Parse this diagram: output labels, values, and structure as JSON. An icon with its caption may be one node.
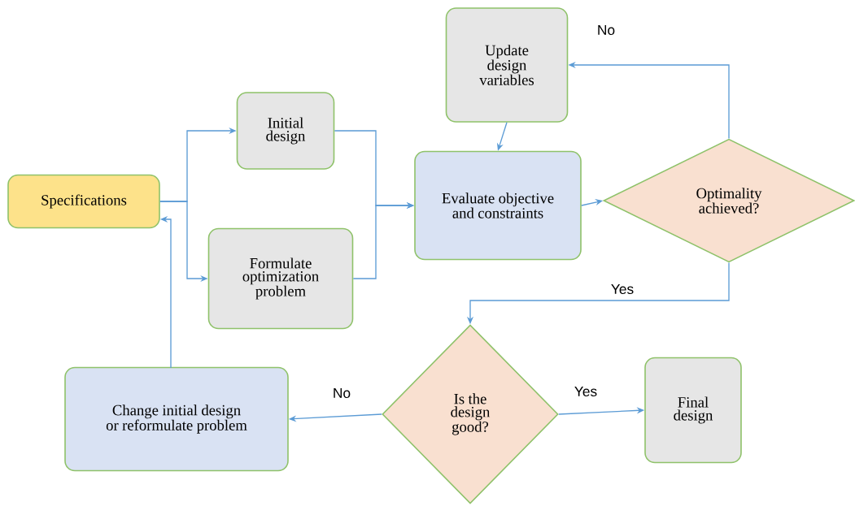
{
  "diagram": {
    "nodes": [
      {
        "text": [
          "Specifications"
        ]
      },
      {
        "text": [
          "Initial design"
        ]
      },
      {
        "text": [
          "Formulate optimization problem"
        ]
      },
      {
        "text": [
          "Update design variables"
        ]
      },
      {
        "text": [
          "Evaluate objective and constraints"
        ]
      },
      {
        "text": [
          "Optimality achieved?"
        ]
      },
      {
        "text": [
          "Is the design good?"
        ]
      },
      {
        "text": [
          "Final design"
        ]
      },
      {
        "text": [
          "Change initial design or reformulate problem"
        ]
      }
    ],
    "edges": [
      {
        "from": 0,
        "to": 1,
        "arrow": "to"
      },
      {
        "from": 0,
        "to": 2,
        "arrow": "to"
      },
      {
        "from": 1,
        "to": 4,
        "arrow": "to"
      },
      {
        "from": 2,
        "to": 4,
        "arrow": "to"
      },
      {
        "from": 3,
        "to": 4,
        "arrow": "to"
      },
      {
        "from": 4,
        "to": 5,
        "arrow": "to"
      },
      {
        "from": 5,
        "to": 3,
        "arrow": "to",
        "label": "No"
      },
      {
        "from": 5,
        "to": 6,
        "arrow": "to",
        "label": "Yes"
      },
      {
        "from": 6,
        "to": 7,
        "arrow": "to",
        "label": "Yes"
      },
      {
        "from": 6,
        "to": 8,
        "arrow": "to",
        "label": "No"
      },
      {
        "from": 8,
        "to": 0,
        "arrow": "to"
      }
    ]
  }
}
